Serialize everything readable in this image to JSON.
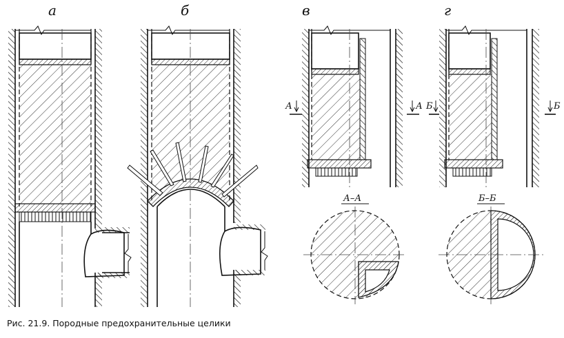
{
  "labels": {
    "a": "а",
    "b": "б",
    "v": "в",
    "g": "г"
  },
  "sections": {
    "aa": "А–А",
    "bb": "Б–Б",
    "cut_a": "А",
    "cut_b": "Б"
  },
  "caption": "Рис. 21.9. Породные предохранительные целики"
}
